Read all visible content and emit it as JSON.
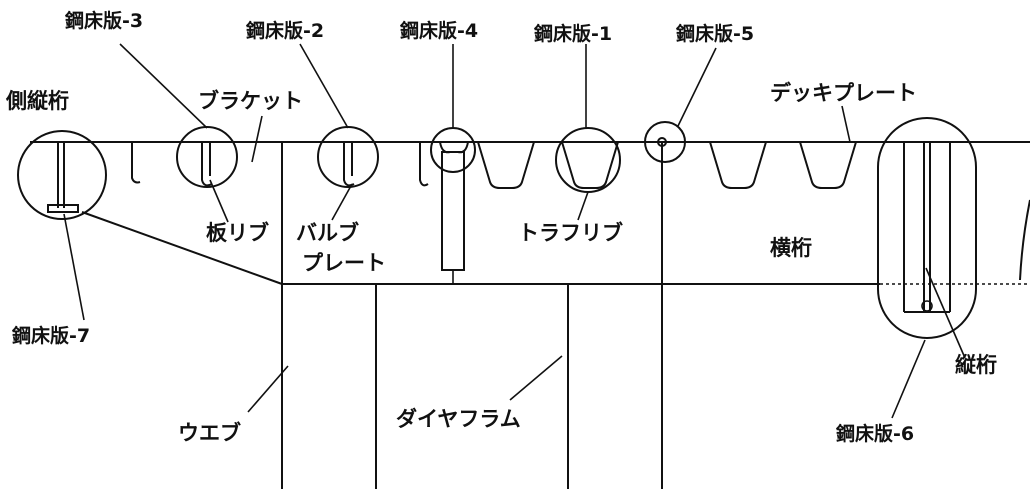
{
  "labels": {
    "plate1": "鋼床版-1",
    "plate2": "鋼床版-2",
    "plate3": "鋼床版-3",
    "plate4": "鋼床版-4",
    "plate5": "鋼床版-5",
    "plate6": "鋼床版-6",
    "plate7": "鋼床版-7",
    "side_girder": "側縦桁",
    "bracket": "ブラケット",
    "deck_plate": "デッキプレート",
    "flat_rib": "板リブ",
    "bulb_plate_1": "バルブ",
    "bulb_plate_2": "プレート",
    "trough_rib": "トラフリブ",
    "cross_beam": "横桁",
    "stringer": "縦桁",
    "web": "ウエブ",
    "diaphragm": "ダイヤフラム"
  }
}
